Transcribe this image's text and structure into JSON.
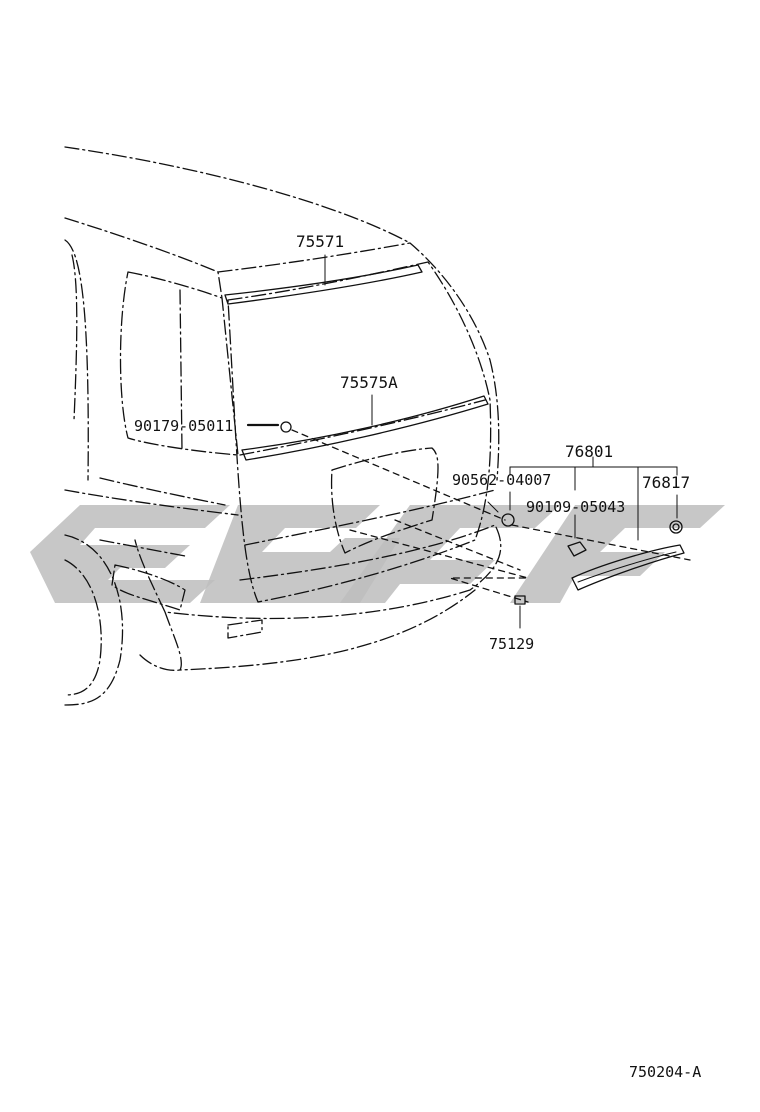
{
  "diagram": {
    "drawing_code": "750204-A",
    "parts": [
      {
        "id": "p75571",
        "number": "75571"
      },
      {
        "id": "p75575A",
        "number": "75575A"
      },
      {
        "id": "p90179",
        "number": "90179-05011"
      },
      {
        "id": "p76801",
        "number": "76801"
      },
      {
        "id": "p90562",
        "number": "90562-04007"
      },
      {
        "id": "p90109",
        "number": "90109-05043"
      },
      {
        "id": "p76817",
        "number": "76817"
      },
      {
        "id": "p75129",
        "number": "75129"
      }
    ]
  },
  "colors": {
    "line": "#111111",
    "watermark": "#bdbdbd",
    "background": "#ffffff"
  }
}
